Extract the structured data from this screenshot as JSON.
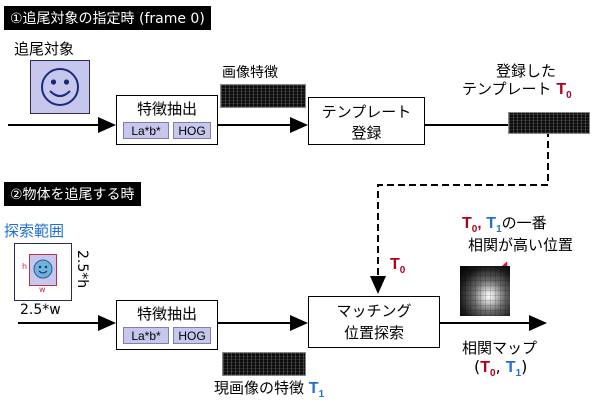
{
  "section1": {
    "title": "①追尾対象の指定時 (frame 0)",
    "target_label": "追尾対象"
  },
  "section2": {
    "title": "②物体を追尾する時",
    "search_label": "探索範囲",
    "dim_h": "2.5*h",
    "dim_w": "2.5*w",
    "h": "h",
    "w": "w"
  },
  "features": {
    "label": "画像特徴",
    "current_label": "現画像の特徴"
  },
  "extract_box": {
    "title": "特徴抽出",
    "chip_lab": "La*b*",
    "chip_hog": "HOG"
  },
  "template_box": {
    "line1": "テンプレート",
    "line2": "登録"
  },
  "registered": {
    "line1": "登録した",
    "line2": "テンプレート"
  },
  "matching_box": {
    "line1": "マッチング",
    "line2": "位置探索"
  },
  "symbols": {
    "T": "T",
    "sub0": "0",
    "sub1": "1",
    "comma": ",",
    "open": "(",
    "close": ")"
  },
  "peak": {
    "line1_suffix": "の一番",
    "line2": "相関が高い位置"
  },
  "corr_map": {
    "label": "相関マップ"
  },
  "colors": {
    "banner_bg": "#000000",
    "chip_bg": "#c7c7ee",
    "T0": "#b0001a",
    "T1": "#1f6fd6",
    "face_bg": "#c7c7ee"
  }
}
